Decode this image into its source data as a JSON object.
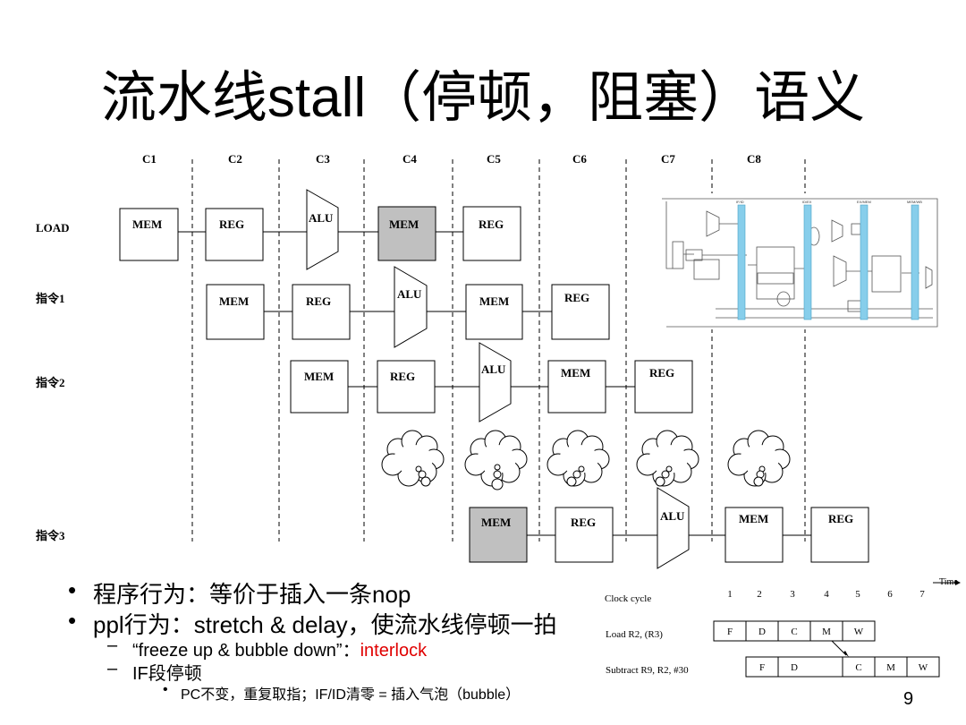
{
  "title": {
    "prefix": "流水线",
    "latin": "stall",
    "suffix": "（停顿，阻塞）语义"
  },
  "cycles": [
    "C1",
    "C2",
    "C3",
    "C4",
    "C5",
    "C6",
    "C7",
    "C8"
  ],
  "rows": {
    "load": "LOAD",
    "i1": "指令1",
    "i2": "指令2",
    "i3": "指令3"
  },
  "stages": {
    "mem": "MEM",
    "reg": "REG",
    "alu": "ALU"
  },
  "bullets": {
    "b1": "程序行为：等价于插入一条nop",
    "b2": "ppl行为：stretch & delay，使流水线停顿一拍",
    "s1_text": "“freeze up & bubble down”：",
    "s1_red": "interlock",
    "s2": "IF段停顿",
    "ss1": "PC不变，重复取指；IF/ID清零 = 插入气泡（bubble）"
  },
  "timing": {
    "clock_label": "Clock cycle",
    "numbers": [
      "1",
      "2",
      "3",
      "4",
      "5",
      "6",
      "7"
    ],
    "time_label": "Time",
    "load_label": "Load  R2, (R3)",
    "load_stages": [
      "F",
      "D",
      "C",
      "M",
      "W"
    ],
    "sub_label": "Subtract  R9, R2, #30",
    "sub_stages": [
      "F",
      "D",
      "",
      "C",
      "M",
      "W"
    ]
  },
  "datapath": {
    "labels": [
      "IF/ID",
      "ID/EX",
      "EX/MEM",
      "MEM/WB"
    ]
  },
  "colors": {
    "stall_fill": "#c0c0c0",
    "pipe_reg": "#87ceeb"
  },
  "page_number": "9"
}
